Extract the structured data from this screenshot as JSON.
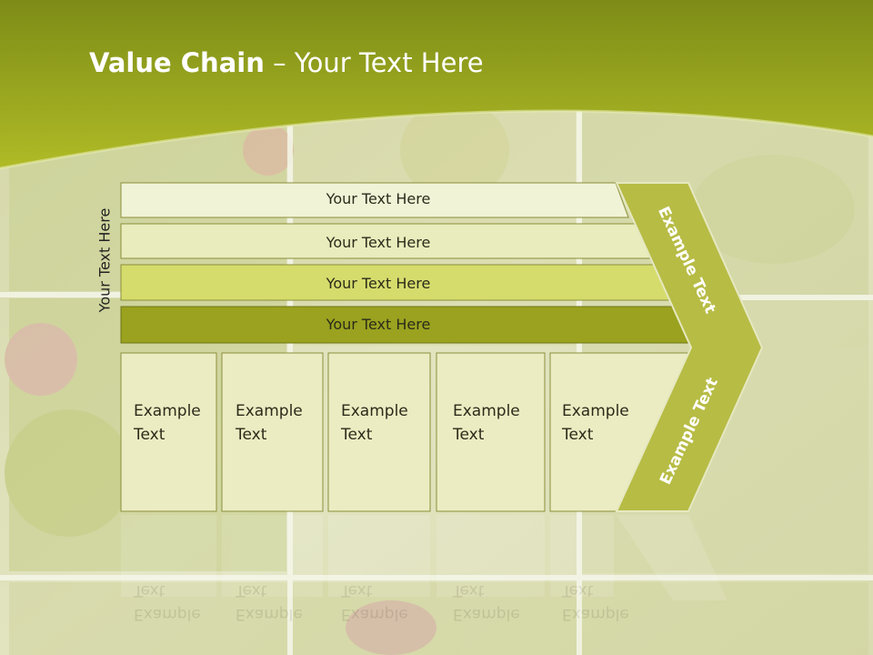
{
  "title": {
    "bold": "Value Chain",
    "rest": " – Your Text Here"
  },
  "y_axis_label": "Your Text Here",
  "rows": [
    {
      "label": "Your Text Here",
      "fill": "#f1f3d7"
    },
    {
      "label": "Your Text Here",
      "fill": "#e9ecbc"
    },
    {
      "label": "Your Text Here",
      "fill": "#d6dc6c"
    },
    {
      "label": "Your Text Here",
      "fill": "#9aa21f"
    }
  ],
  "boxes": [
    {
      "line1": "Example",
      "line2": "Text"
    },
    {
      "line1": "Example",
      "line2": "Text"
    },
    {
      "line1": "Example",
      "line2": "Text"
    },
    {
      "line1": "Example",
      "line2": "Text"
    },
    {
      "line1": "Example",
      "line2": "Text"
    }
  ],
  "arrow": {
    "upper": "Example Text",
    "lower": "Example Text",
    "fill": "#b7bc45"
  },
  "colors": {
    "header_top": "#7d8c17",
    "header_bottom": "#b0bb26",
    "box_fill": "#ececc3"
  }
}
